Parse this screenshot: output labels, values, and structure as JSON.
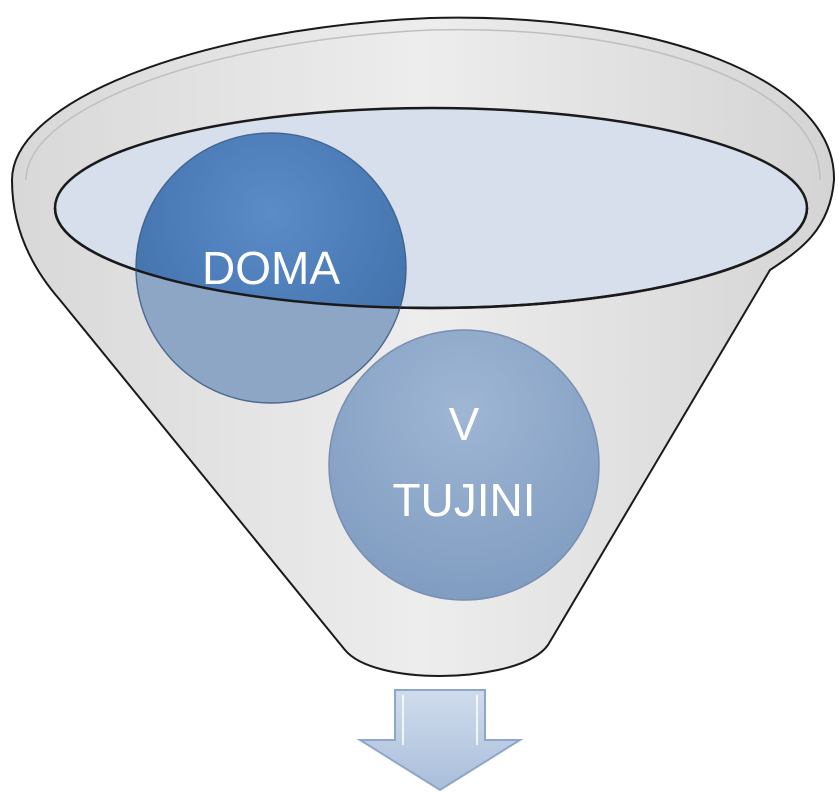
{
  "diagram": {
    "type": "funnel",
    "items": [
      {
        "id": "doma",
        "lines": [
          "DOMA"
        ],
        "fill": "#4a7bb8"
      },
      {
        "id": "v-tujini",
        "lines": [
          "V",
          "TUJINI"
        ],
        "fill": "#8aa6c8"
      }
    ],
    "colors": {
      "funnel_body": "#e6e6e6",
      "funnel_rim_fill": "#d5deea",
      "funnel_outline": "#1a1a1a",
      "arrow_fill": "#b6c8e0",
      "arrow_outline": "#8ea6c8",
      "text": "#ffffff"
    },
    "output_arrow": {
      "direction": "down"
    }
  }
}
